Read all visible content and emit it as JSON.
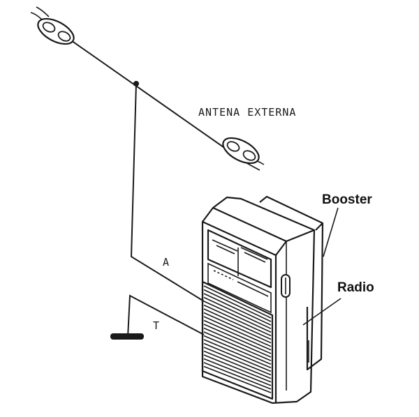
{
  "diagram": {
    "labels": {
      "antenna": "ANTENA EXTERNA",
      "wire_a": "A",
      "wire_t": "T",
      "booster": "Booster",
      "radio": "Radio"
    },
    "colors": {
      "ink": "#1a1a1a",
      "paper": "#ffffff"
    },
    "icons": [
      "insulator-icon",
      "ground-rod-icon",
      "radio-device-icon",
      "booster-box-icon"
    ]
  }
}
